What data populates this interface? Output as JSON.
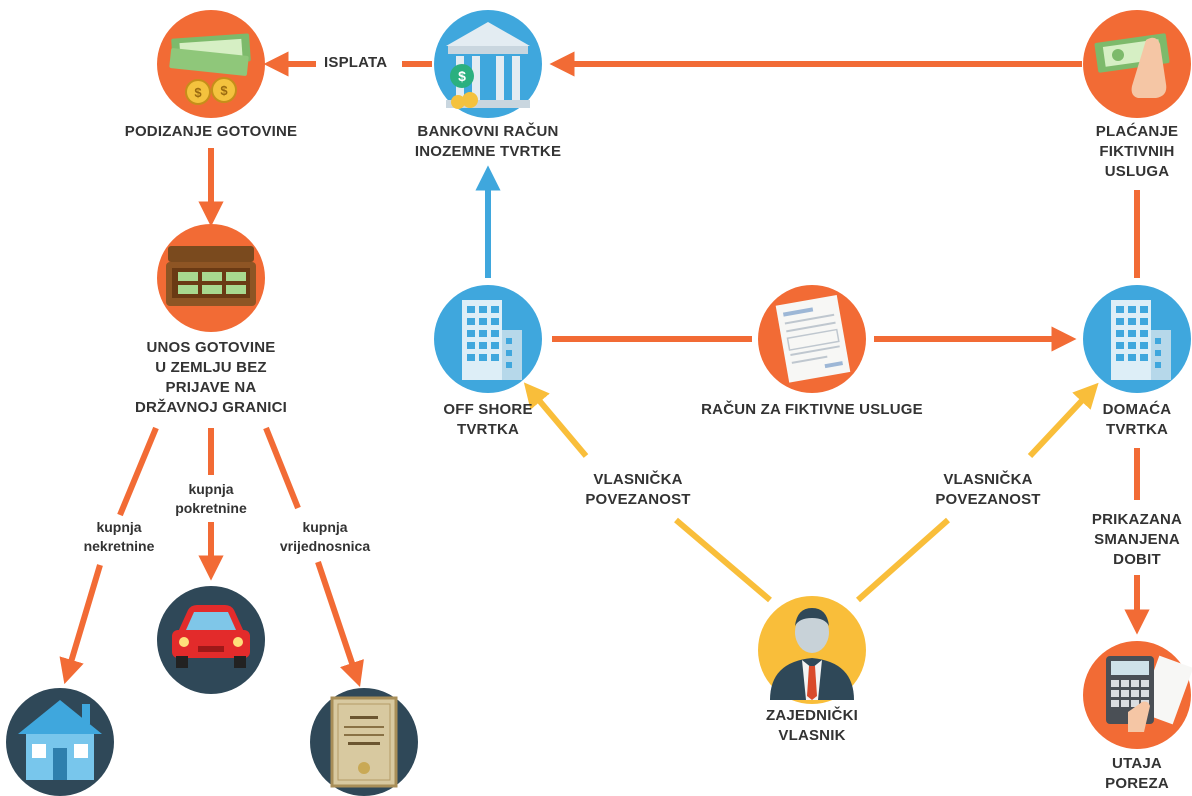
{
  "colors": {
    "orange": "#F26B35",
    "blue": "#3FA7DD",
    "yellow": "#F9BE3A",
    "navy": "#2F4858",
    "text": "#333333"
  },
  "nodes": {
    "cash_withdrawal": {
      "label": "PODIZANJE GOTOVINE",
      "icon": "cash-coins-icon"
    },
    "bank_account": {
      "label_line1": "BANKOVNI RAČUN",
      "label_line2": "INOZEMNE TVRTKE",
      "icon": "bank-icon"
    },
    "payment_fictitious": {
      "label_line1": "PLAĆANJE",
      "label_line2": "FIKTIVNIH",
      "label_line3": "USLUGA",
      "icon": "hand-cash-icon"
    },
    "cash_import": {
      "label_line1": "UNOS GOTOVINE",
      "label_line2": "U ZEMLJU BEZ",
      "label_line3": "PRIJAVE NA",
      "label_line4": "DRŽAVNOJ GRANICI",
      "icon": "briefcase-cash-icon"
    },
    "offshore": {
      "label_line1": "OFF SHORE",
      "label_line2": "TVRTKA",
      "icon": "office-building-icon"
    },
    "invoice": {
      "label": "RAČUN ZA FIKTIVNE USLUGE",
      "icon": "invoice-icon"
    },
    "domestic": {
      "label_line1": "DOMAĆA",
      "label_line2": "TVRTKA",
      "icon": "office-building-icon"
    },
    "owner": {
      "label_line1": "ZAJEDNIČKI",
      "label_line2": "VLASNIK",
      "icon": "businessman-icon"
    },
    "tax_evasion": {
      "label_line1": "UTAJA",
      "label_line2": "POREZA",
      "icon": "calculator-icon"
    },
    "house": {
      "icon": "house-icon"
    },
    "car": {
      "icon": "car-icon"
    },
    "certificate": {
      "icon": "certificate-icon"
    }
  },
  "edges": {
    "isplata": "ISPLATA",
    "ownership_left_line1": "VLASNIČKA",
    "ownership_left_line2": "POVEZANOST",
    "ownership_right_line1": "VLASNIČKA",
    "ownership_right_line2": "POVEZANOST",
    "reduced_profit_line1": "PRIKAZANA",
    "reduced_profit_line2": "SMANJENA",
    "reduced_profit_line3": "DOBIT",
    "buy_real_estate_line1": "kupnja",
    "buy_real_estate_line2": "nekretnine",
    "buy_movable_line1": "kupnja",
    "buy_movable_line2": "pokretnine",
    "buy_securities_line1": "kupnja",
    "buy_securities_line2": "vrijednosnica"
  }
}
